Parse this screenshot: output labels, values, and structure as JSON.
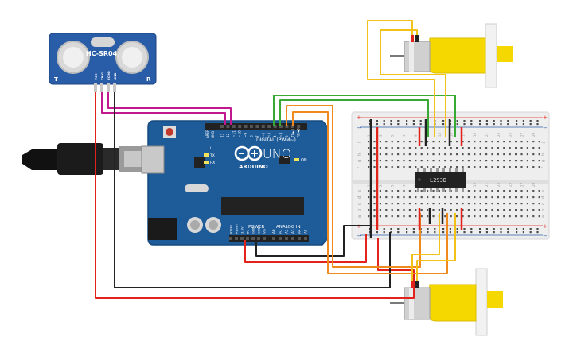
{
  "sensor": {
    "model": "HC-SR04",
    "pin_t": "T",
    "pin_r": "R",
    "pins": [
      "VCC",
      "TRIG",
      "ECHO",
      "GND"
    ]
  },
  "arduino": {
    "logo": "ARDUINO",
    "model": "UNO",
    "digital_label": "DIGITAL (PWM~)",
    "power_label": "POWER",
    "analog_label": "ANALOG IN",
    "on_label": "ON",
    "tx_label": "TX",
    "rx_label": "RX",
    "l_label": "L",
    "aref_label": "AREF",
    "gnd_label": "GND",
    "digital_pins": [
      "13",
      "12",
      "~11",
      "~10",
      "~9",
      "8",
      "7",
      "~6",
      "~5",
      "4",
      "~3",
      "2",
      "TX►1",
      "RX◄0"
    ],
    "power_pins": [
      "IOREF",
      "RESET",
      "3.3V",
      "5V",
      "GND",
      "GND",
      "Vin"
    ],
    "analog_pins": [
      "A0",
      "A1",
      "A2",
      "A3",
      "A4",
      "A5"
    ]
  },
  "driver": {
    "label": "L293D"
  },
  "breadboard": {
    "rows_top": [
      "j",
      "i",
      "h",
      "g",
      "f"
    ],
    "rows_bottom": [
      "e",
      "d",
      "c",
      "b",
      "a"
    ],
    "plus": "+",
    "minus": "−",
    "columns": [
      "1",
      "3",
      "5",
      "7",
      "9",
      "11",
      "13",
      "15",
      "17",
      "19",
      "21",
      "23",
      "25",
      "27",
      "29"
    ]
  },
  "colors": {
    "wire_red": "#e2231a",
    "wire_black": "#222222",
    "wire_magenta": "#c2188f",
    "wire_green": "#39a935",
    "wire_orange": "#f08a1c",
    "wire_yellow": "#f2c218",
    "arduino_blue": "#1e5b99",
    "sensor_blue": "#2a5da8",
    "motor_yellow": "#f5d800"
  }
}
